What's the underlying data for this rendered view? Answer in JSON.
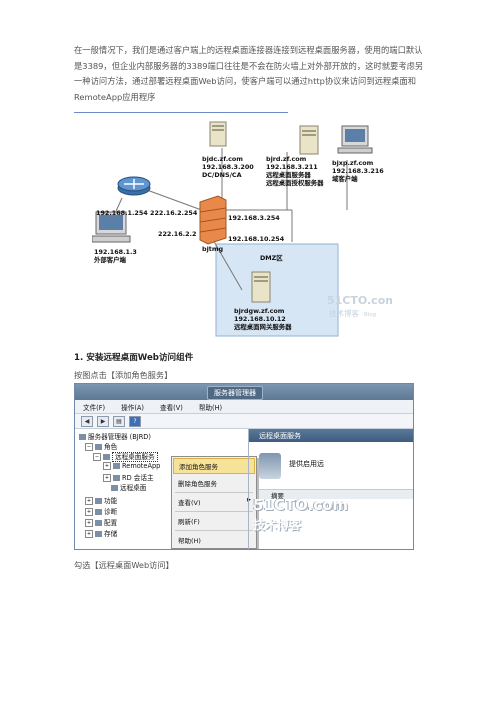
{
  "intro_text": "在一般情况下，我们是通过客户端上的远程桌面连接器连接到远程桌面服务器，使用的端口默认是3389，但企业内部服务器的3389端口往往是不会在防火墙上对外部开放的，这时就要考虑另一种访问方法，通过部署远程桌面Web访问，使客户端可以通过http协议来访问到远程桌面和RemoteApp应用程序",
  "diagram": {
    "dc_host": "bjdc.zf.com",
    "dc_ip": "192.168.3.200",
    "dc_role": "DC/DNS/CA",
    "rd_host": "bjrd.zf.com",
    "rd_ip": "192.168.3.211",
    "rd_role1": "远程桌面服务器",
    "rd_role2": "远程桌面授权服务器",
    "xp_host": "bjxp.zf.com",
    "xp_ip": "192.168.3.216",
    "xp_role": "域客户端",
    "ip_router_left": "192.168.1.254",
    "ip_router_right": "222.16.2.254",
    "ip_fw_outer": "222.16.2.2",
    "ip_fw_lan": "192.168.3.254",
    "ip_fw_dmz": "192.168.10.254",
    "fw_name": "bjtmg",
    "client_ip": "192.168.1.3",
    "client_role": "外部客户端",
    "dmz_title": "DMZ区",
    "gw_host": "bjrdgw.zf.com",
    "gw_ip": "192.168.10.12",
    "gw_role": "远程桌面网关服务器",
    "watermark_main": "51CTO.com",
    "watermark_sub": "技术博客",
    "watermark_tag": "Blog"
  },
  "section_heading": "1. 安装远程桌面Web访问组件",
  "step1_text": "按图点击【添加角色服务】",
  "step2_text": "勾选【远程桌面Web访问】",
  "server_manager": {
    "title": "服务器管理器",
    "menu": [
      "文件(F)",
      "操作(A)",
      "查看(V)",
      "帮助(H)"
    ],
    "tree": {
      "root": "服务器管理器 (BJRD)",
      "roles": "角色",
      "rds": "远程桌面服务",
      "remoteapp": "RemoteApp",
      "rd_session": "RD 会话主",
      "rd_conn": "远程桌面",
      "features": "功能",
      "diagnostics": "诊断",
      "config": "配置",
      "storage": "存储"
    },
    "context_menu": [
      "添加角色服务",
      "删除角色服务",
      "查看(V)",
      "刷新(F)",
      "帮助(H)"
    ],
    "right_header": "远程桌面服务",
    "right_desc": "提供启用远",
    "right_summary": "摘要",
    "watermark_main": "51CTO.com",
    "watermark_sub": "技术博客"
  }
}
